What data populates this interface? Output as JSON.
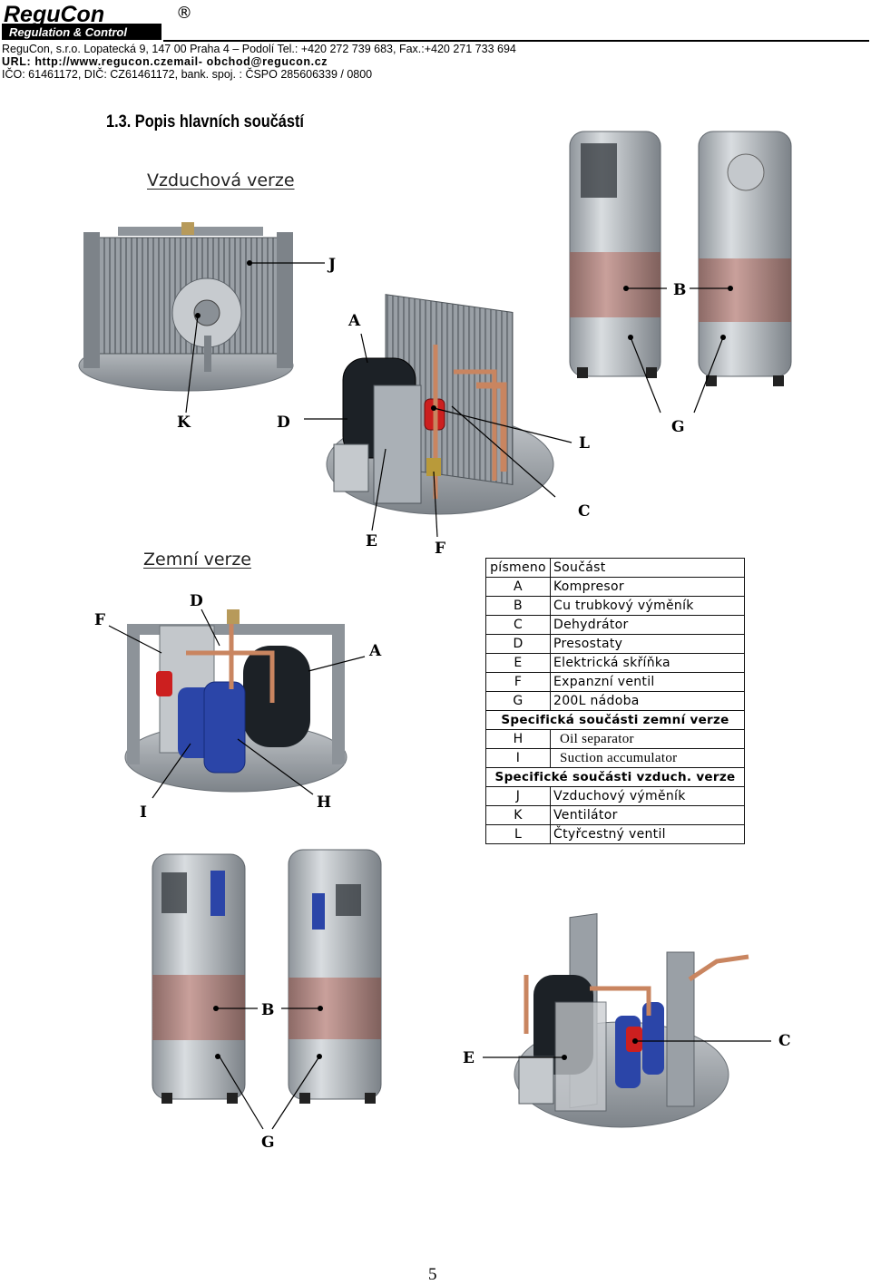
{
  "header": {
    "logo_name": "ReguCon",
    "logo_tagline": "Regulation & Control",
    "registered_mark": "®",
    "line1": "ReguCon, s.r.o. Lopatecká 9, 147 00 Praha 4 – Podolí  Tel.: +420 272 739 683, Fax.:+420 271 733 694",
    "line2": "URL: http://www.regucon.czemail- obchod@regucon.cz",
    "line3": "IČO: 61461172, DIČ: CZ61461172, bank. spoj. : ČSPO 285606339 / 0800"
  },
  "section_title": "1.3. Popis hlavních součástí",
  "subtitles": {
    "air": "Vzduchová verze",
    "ground": "Zemní verze"
  },
  "callouts": {
    "air_fan_unit": {
      "j": "J",
      "k": "K"
    },
    "air_core": {
      "a": "A",
      "d": "D",
      "l": "L",
      "c": "C",
      "e": "E",
      "f": "F"
    },
    "air_tanks": {
      "b": "B",
      "g": "G"
    },
    "ground_core": {
      "f": "F",
      "d": "D",
      "a": "A",
      "i": "I",
      "h": "H"
    },
    "ground_tanks": {
      "b": "B",
      "g": "G"
    },
    "ground_unit": {
      "e": "E",
      "c": "C"
    }
  },
  "parts_table": {
    "headers": [
      "písmeno",
      "Součást"
    ],
    "rows": [
      [
        "A",
        "Kompresor"
      ],
      [
        "B",
        "Cu trubkový výměník"
      ],
      [
        "C",
        "Dehydrátor"
      ],
      [
        "D",
        "Presostaty"
      ],
      [
        "E",
        "Elektrická skříňka"
      ],
      [
        "F",
        "Expanzní ventil"
      ],
      [
        "G",
        "200L nádoba"
      ]
    ],
    "section_ground": "Specifická součásti zemní verze",
    "ground_rows": [
      [
        "H",
        "Oil separator"
      ],
      [
        "I",
        "Suction accumulator"
      ]
    ],
    "section_air": "Specifické součásti vzduch. verze",
    "air_rows": [
      [
        "J",
        "Vzduchový výměník"
      ],
      [
        "K",
        "Ventilátor"
      ],
      [
        "L",
        "Čtyřcestný ventil"
      ]
    ]
  },
  "page_number": "5",
  "colors": {
    "metal": "#a9aeb3",
    "metal_dark": "#6f757b",
    "insulation": "#b48a86",
    "compressor": "#1c2126",
    "accumulator_blue": "#2b45a8",
    "valve_red": "#cc1f1f",
    "copper": "#c98560"
  }
}
